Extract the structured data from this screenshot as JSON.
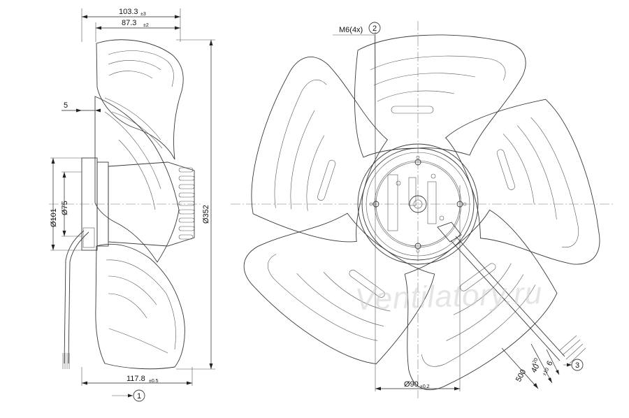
{
  "dimensions": {
    "d103": {
      "value": "103.3",
      "tol": "±3"
    },
    "d87": {
      "value": "87.3",
      "tol": "±2"
    },
    "d5": {
      "value": "5"
    },
    "d101": {
      "value": "Ø101"
    },
    "d75": {
      "value": "Ø75"
    },
    "d352": {
      "value": "Ø352"
    },
    "d117": {
      "value": "117.8",
      "tol": "±0.5"
    },
    "dm6": {
      "value": "M6(4x)"
    },
    "d90": {
      "value": "Ø90",
      "tol": "±0.2"
    },
    "d6": {
      "value": "6"
    },
    "d40": {
      "value": "40",
      "tol": "±10"
    },
    "d500": {
      "value": "500",
      "tol": "+20"
    }
  },
  "balloons": {
    "b1": "1",
    "b2": "2",
    "b3": "3"
  },
  "watermark": "Ventilatory.ru",
  "colors": {
    "line": "#3a3a3a",
    "background": "#ffffff",
    "watermark": "#cfcfcf"
  }
}
